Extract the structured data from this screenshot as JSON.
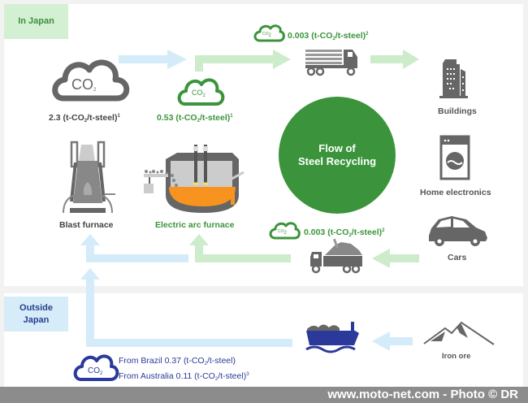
{
  "colors": {
    "green": "#3b943b",
    "light_green_arrow": "#cdeccb",
    "light_blue_arrow": "#d4ebf9",
    "navy": "#2b3a9a",
    "icon_gray": "#666666",
    "orange": "#f7931e"
  },
  "regions": {
    "japan": "In Japan",
    "outside": [
      "Outside",
      "Japan"
    ]
  },
  "center": {
    "line1": "Flow of",
    "line2": "Steel Recycling"
  },
  "co2_label": {
    "co": "CO",
    "sub": "2"
  },
  "emissions": {
    "blast_furnace": {
      "value": "2.3 (t-CO",
      "unit": "/t-steel)",
      "sup": "1"
    },
    "electric_arc": {
      "value": "0.53 (t-CO",
      "unit": "/t-steel)",
      "sup": "1"
    },
    "transport_out": {
      "value": "0.003 (t-CO",
      "unit": "/t-steel)",
      "sup": "2"
    },
    "transport_in": {
      "value": "0.003 (t-CO",
      "unit": "/t-steel)",
      "sup": "2"
    },
    "brazil": {
      "value": "From Brazil 0.37 (t-CO",
      "unit": "/t-steel)",
      "sup": ""
    },
    "australia": {
      "value": "From Australia 0.11 (t-CO",
      "unit": "/t-steel)",
      "sup": "3"
    }
  },
  "nodes": {
    "blast_furnace": "Blast furnace",
    "electric_arc_furnace": "Electric arc furnace",
    "buildings": "Buildings",
    "home_electronics": "Home electronics",
    "cars": "Cars",
    "iron_ore": "Iron ore"
  },
  "footer": "www.moto-net.com - Photo © DR"
}
